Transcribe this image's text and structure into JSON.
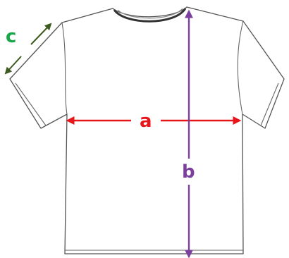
{
  "labels": {
    "chest_width": "a",
    "body_length": "b",
    "sleeve_length": "c"
  },
  "colors": {
    "chest_width": "#e8151b",
    "body_length": "#7b3f9e",
    "sleeve_length_text": "#1aa64b",
    "sleeve_length_arrow": "#3d5a1e",
    "garment_outline": "#555555"
  }
}
